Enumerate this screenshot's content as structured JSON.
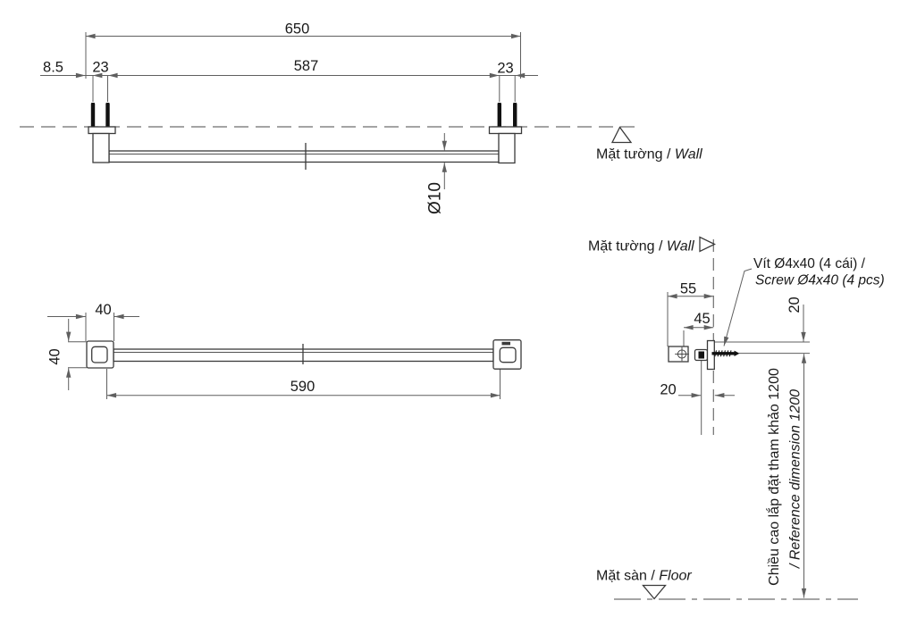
{
  "title": "Towel bar technical installation drawing",
  "colors": {
    "background": "#ffffff",
    "geometry": "#3a3a3a",
    "dimension_lines": "#5f5f5f",
    "text": "#1a1a1a",
    "screw_fill": "#111111"
  },
  "top_view": {
    "dim_overall": "650",
    "dim_end_offset": "8.5",
    "dim_screw_pitch_left": "23",
    "dim_screw_span": "587",
    "dim_screw_pitch_right": "23",
    "dim_bar_diameter": "Ø10",
    "wall_label_vi": "Mặt tường / ",
    "wall_label_en": "Wall"
  },
  "front_view": {
    "dim_cap_width": "40",
    "dim_cap_height": "40",
    "dim_bar_length": "590"
  },
  "side_view": {
    "wall_label_vi": "Mặt tường / ",
    "wall_label_en": "Wall",
    "screw_note_vi": "Vít Ø4x40 (4 cái) /",
    "screw_note_en": "Screw Ø4x40 (4 pcs)",
    "dim_projection": "55",
    "dim_bar_axis_offset": "45",
    "dim_top_to_axis": "20",
    "dim_screw_inset": "20",
    "height_note_vi": "Chiều cao lắp đặt tham khảo 1200",
    "height_note_en": "/ Reference dimension 1200",
    "floor_label_vi": "Mặt sàn / ",
    "floor_label_en": "Floor"
  }
}
